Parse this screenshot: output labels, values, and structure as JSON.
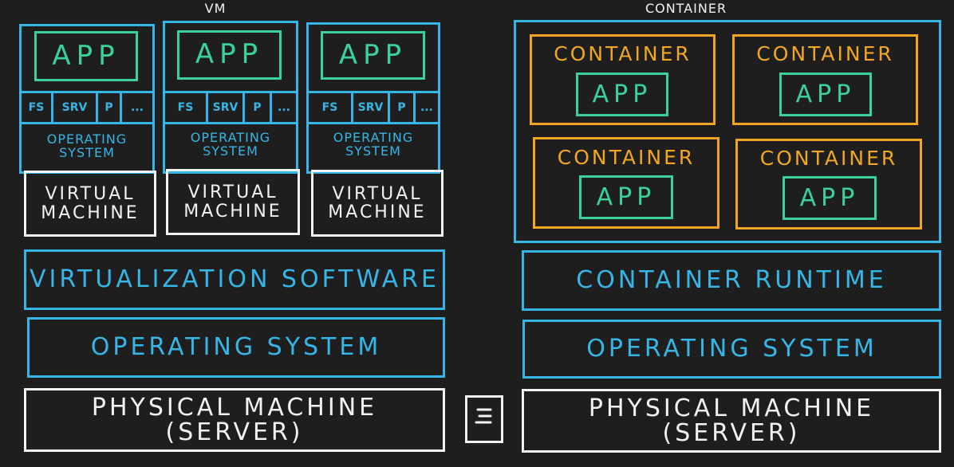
{
  "vm": {
    "header": "VM",
    "columns": [
      {
        "app": "APP",
        "fs": "FS",
        "srv": "SRV",
        "p": "P",
        "more": "...",
        "os": "OPERATING\nSYSTEM",
        "vm": "VIRTUAL\nMACHINE"
      },
      {
        "app": "APP",
        "fs": "FS",
        "srv": "SRV",
        "p": "P",
        "more": "...",
        "os": "OPERATING\nSYSTEM",
        "vm": "VIRTUAL\nMACHINE"
      },
      {
        "app": "APP",
        "fs": "FS",
        "srv": "SRV",
        "p": "P",
        "more": "...",
        "os": "OPERATING\nSYSTEM",
        "vm": "VIRTUAL\nMACHINE"
      }
    ],
    "virtualization": "VIRTUALIZATION SOFTWARE",
    "os": "OPERATING SYSTEM",
    "physical": "PHYSICAL MACHINE (SERVER)"
  },
  "container": {
    "header": "CONTAINER",
    "boxes": [
      {
        "label": "CONTAINER",
        "app": "APP"
      },
      {
        "label": "CONTAINER",
        "app": "APP"
      },
      {
        "label": "CONTAINER",
        "app": "APP"
      },
      {
        "label": "CONTAINER",
        "app": "APP"
      }
    ],
    "runtime": "CONTAINER RUNTIME",
    "os": "OPERATING SYSTEM",
    "physical": "PHYSICAL MACHINE (SERVER)"
  },
  "colors": {
    "cyan": "#35b6e6",
    "green": "#3bd29a",
    "orange": "#f2a623",
    "white": "#f2f2f2",
    "background": "#1e1e1e"
  }
}
